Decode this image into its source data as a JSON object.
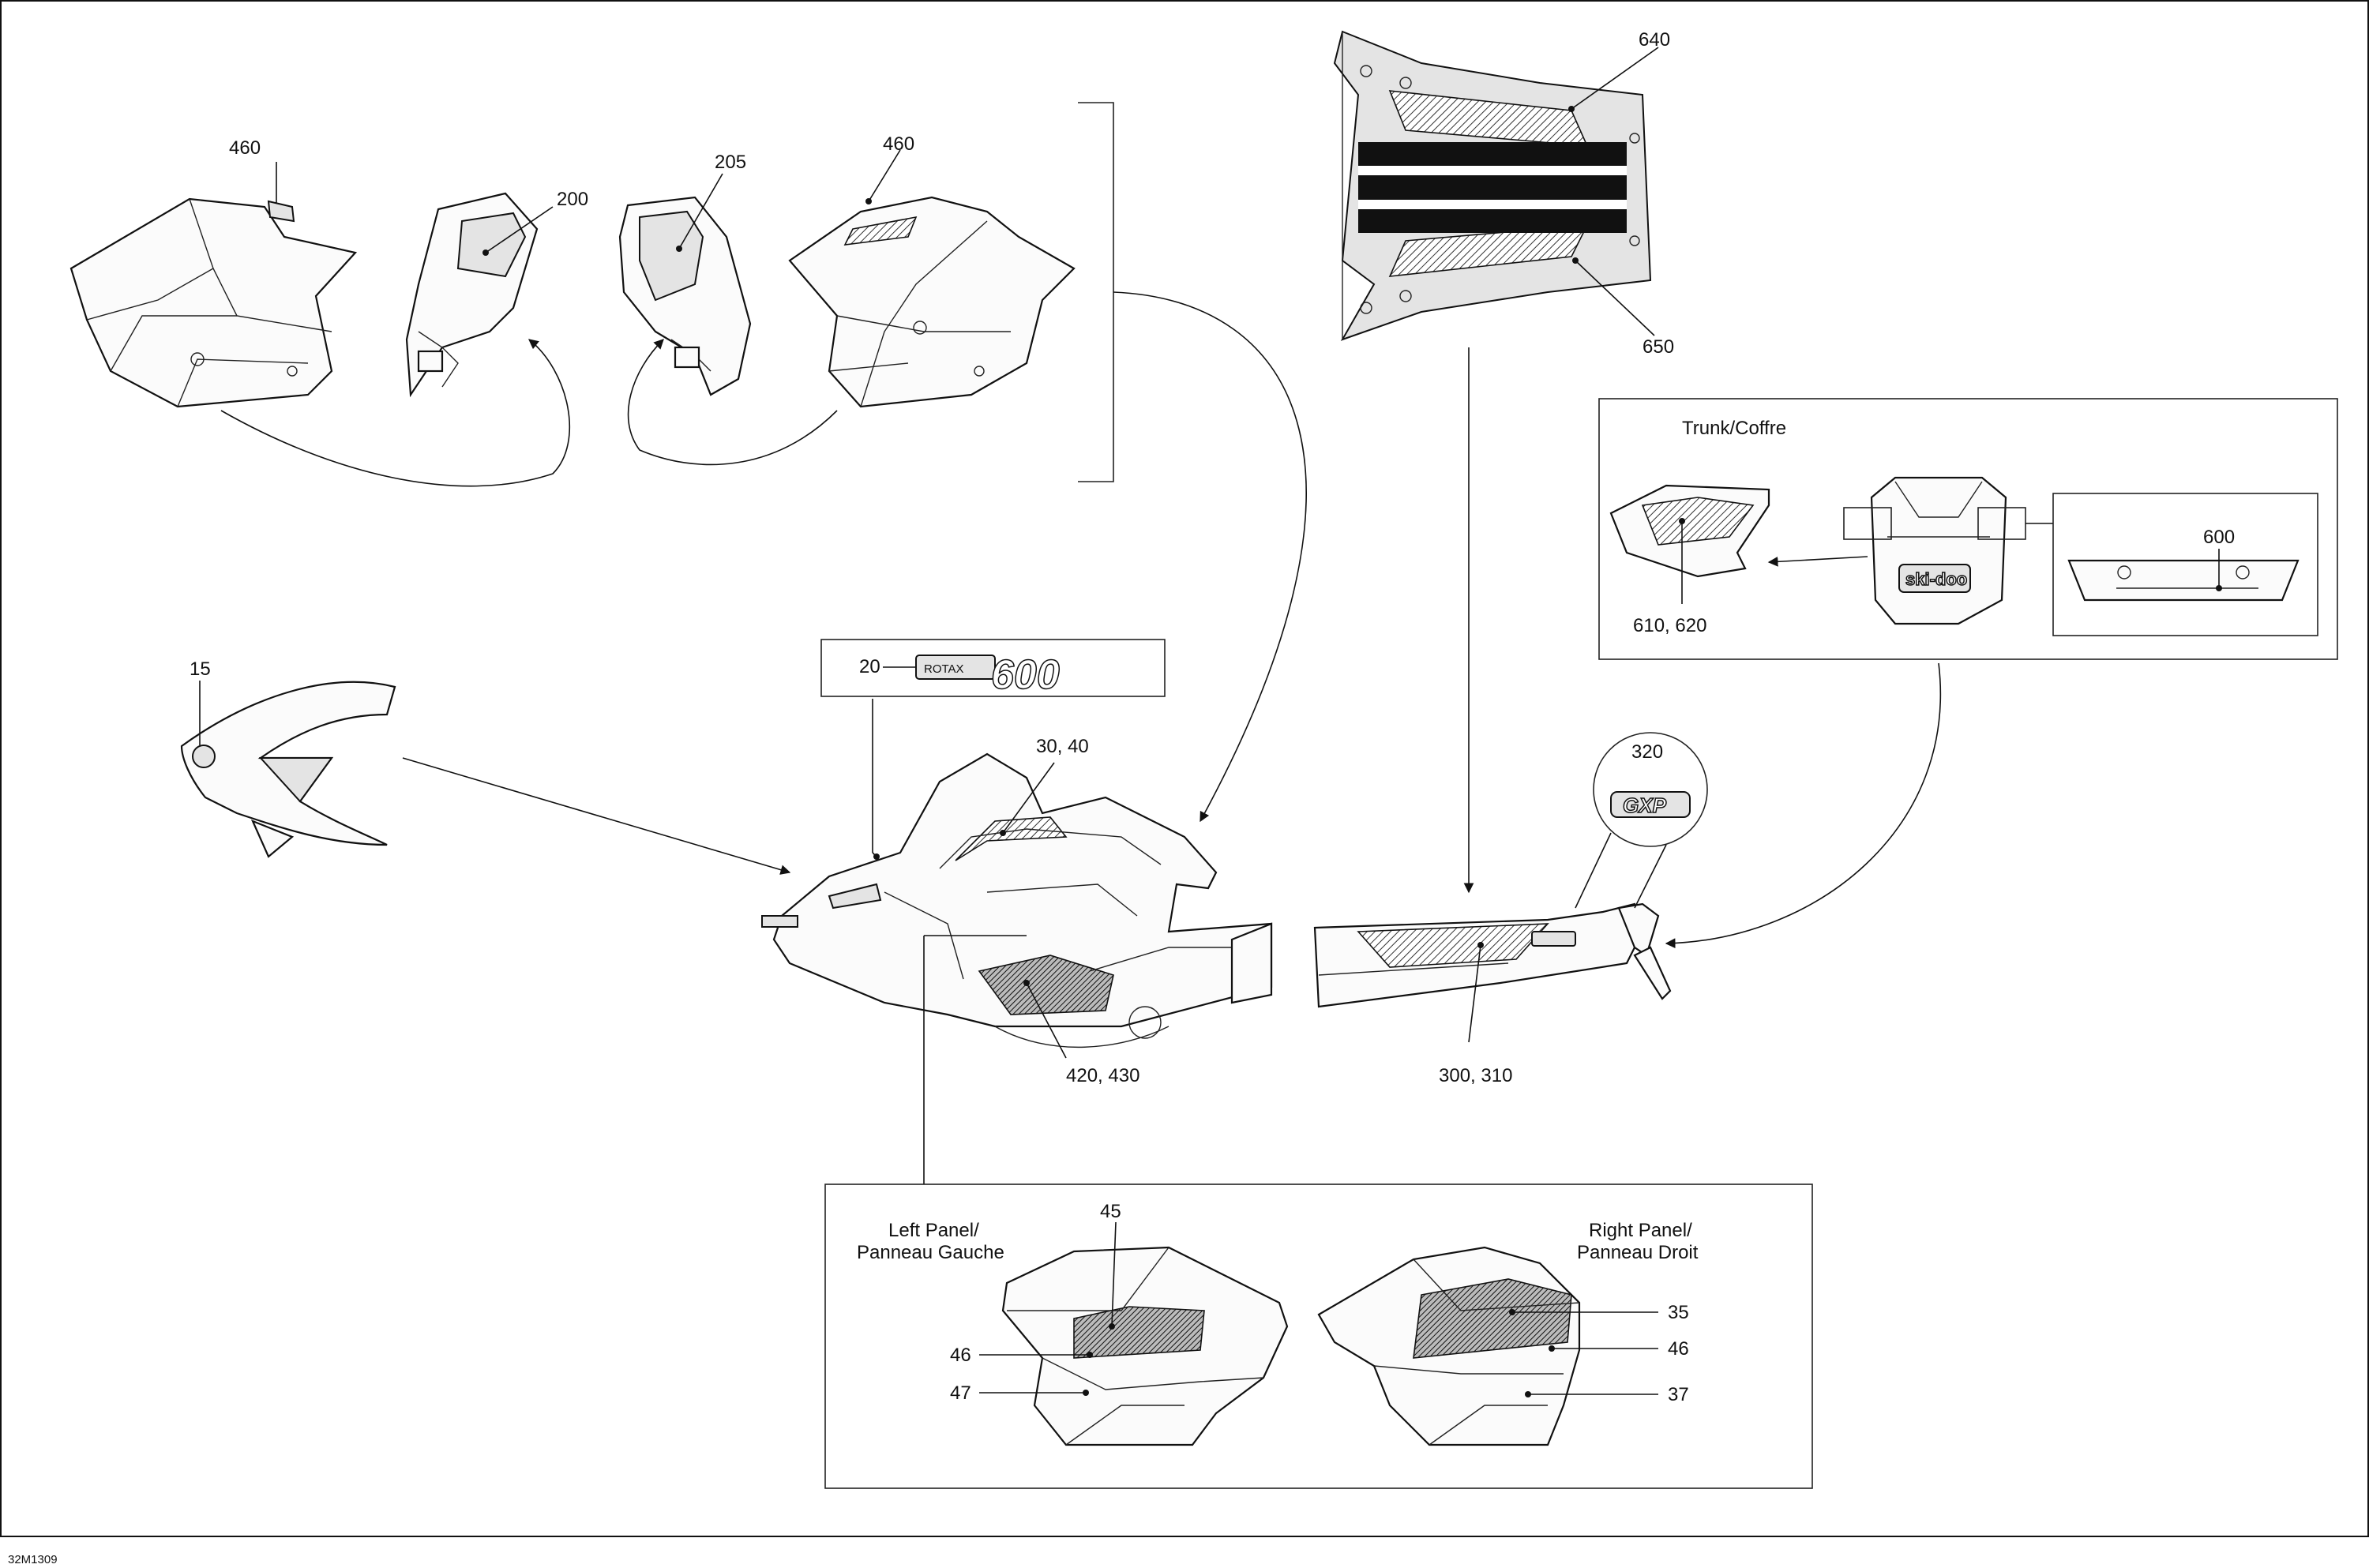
{
  "diagram_code": "32M1309",
  "callouts": {
    "c15": "15",
    "c20": "20",
    "c30_40": "30, 40",
    "c35": "35",
    "c37": "37",
    "c45": "45",
    "c46_left": "46",
    "c46_right": "46",
    "c47": "47",
    "c200": "200",
    "c205": "205",
    "c300_310": "300, 310",
    "c320": "320",
    "c420_430": "420, 430",
    "c460_left": "460",
    "c460_right": "460",
    "c600": "600",
    "c610_620": "610, 620",
    "c640": "640",
    "c650": "650"
  },
  "captions": {
    "trunk": "Trunk/Coffre",
    "left_panel_line1": "Left Panel/",
    "left_panel_line2": "Panneau Gauche",
    "right_panel_line1": "Right Panel/",
    "right_panel_line2": "Panneau Droit"
  },
  "decals": {
    "rotax_word": "ROTAX",
    "rotax_number": "600",
    "emblem_320": "GXP",
    "trunk_logo": "ski-doo"
  }
}
